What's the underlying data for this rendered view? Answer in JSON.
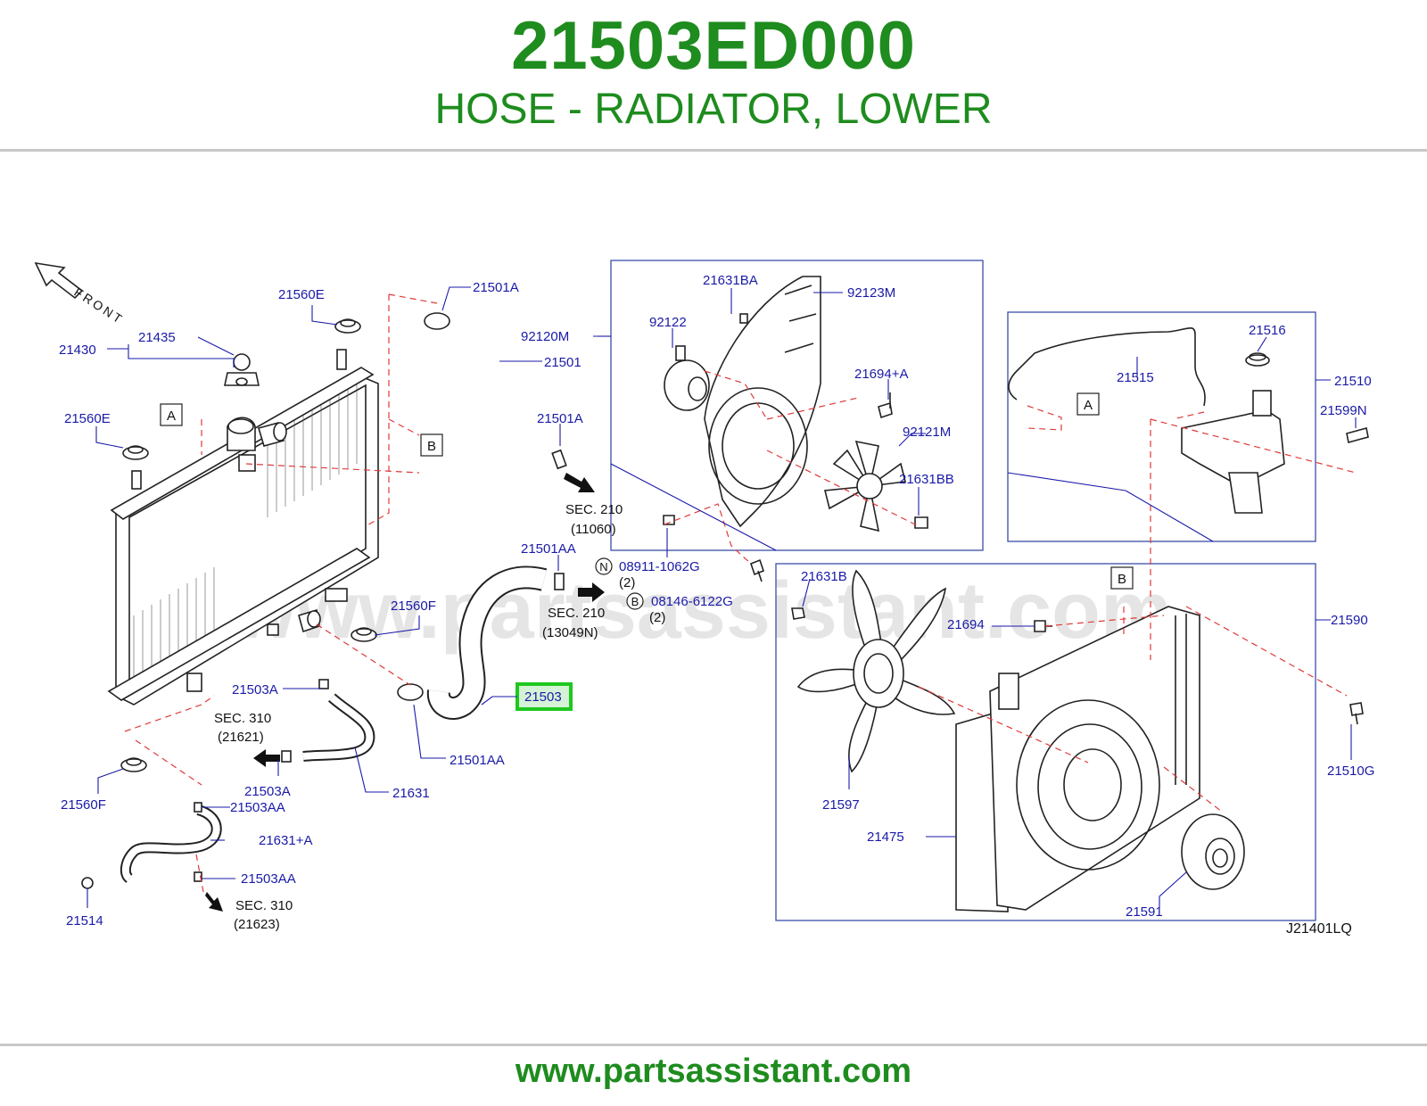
{
  "header": {
    "part_number": "21503ED000",
    "part_name": "HOSE - RADIATOR, LOWER"
  },
  "footer": {
    "url": "www.partsassistant.com"
  },
  "diagram": {
    "watermark": "www.partsassistant.com",
    "front_label": "FRONT",
    "diagram_code": "J21401LQ",
    "highlighted_part": "21503",
    "refs": {
      "a": "A",
      "b": "B",
      "n": "N"
    },
    "labels": {
      "p21560E_top": "21560E",
      "p21435": "21435",
      "p21430": "21430",
      "p21560E_left": "21560E",
      "p21501A_top": "21501A",
      "p92120M": "92120M",
      "p21501": "21501",
      "p21501A_mid": "21501A",
      "p21501AA_top": "21501AA",
      "p21560F_right": "21560F",
      "p21503A_top": "21503A",
      "p21503A_bot": "21503A",
      "p21631": "21631",
      "p21501AA_bot": "21501AA",
      "p21560F_bot": "21560F",
      "p21503AA_1": "21503AA",
      "p21631A": "21631+A",
      "p21503AA_2": "21503AA",
      "p21514": "21514",
      "p21631BA": "21631BA",
      "p92123M": "92123M",
      "p92122": "92122",
      "p21694A": "21694+A",
      "p92121M": "92121M",
      "p21631BB": "21631BB",
      "p21516": "21516",
      "p21515": "21515",
      "p21510": "21510",
      "p21599N": "21599N",
      "p08911": "08911-1062G",
      "p08146": "08146-6122G",
      "p21631B": "21631B",
      "p21694": "21694",
      "p21590": "21590",
      "p21510G": "21510G",
      "p21597": "21597",
      "p21475": "21475",
      "p21591": "21591"
    },
    "notes": {
      "sec210_11060": "SEC. 210",
      "code_11060": "(11060)",
      "sec210_13049": "SEC. 210",
      "code_13049": "(13049N)",
      "sec310_21621": "SEC. 310",
      "code_21621": "(21621)",
      "sec310_21623": "SEC. 310",
      "code_21623": "(21623)",
      "qty_n": "(2)",
      "qty_b": "(2)"
    }
  }
}
